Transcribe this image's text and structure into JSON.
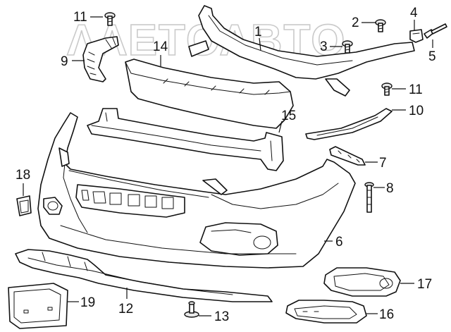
{
  "watermark": "ΛΛΕΤΟΛΒΤΟ",
  "callouts": {
    "c1": "1",
    "c2": "2",
    "c3": "3",
    "c4": "4",
    "c5": "5",
    "c6": "6",
    "c7": "7",
    "c8": "8",
    "c9": "9",
    "c10": "10",
    "c11a": "11",
    "c11b": "11",
    "c12": "12",
    "c13": "13",
    "c14": "14",
    "c15": "15",
    "c16": "16",
    "c17": "17",
    "c18": "18",
    "c19": "19"
  }
}
